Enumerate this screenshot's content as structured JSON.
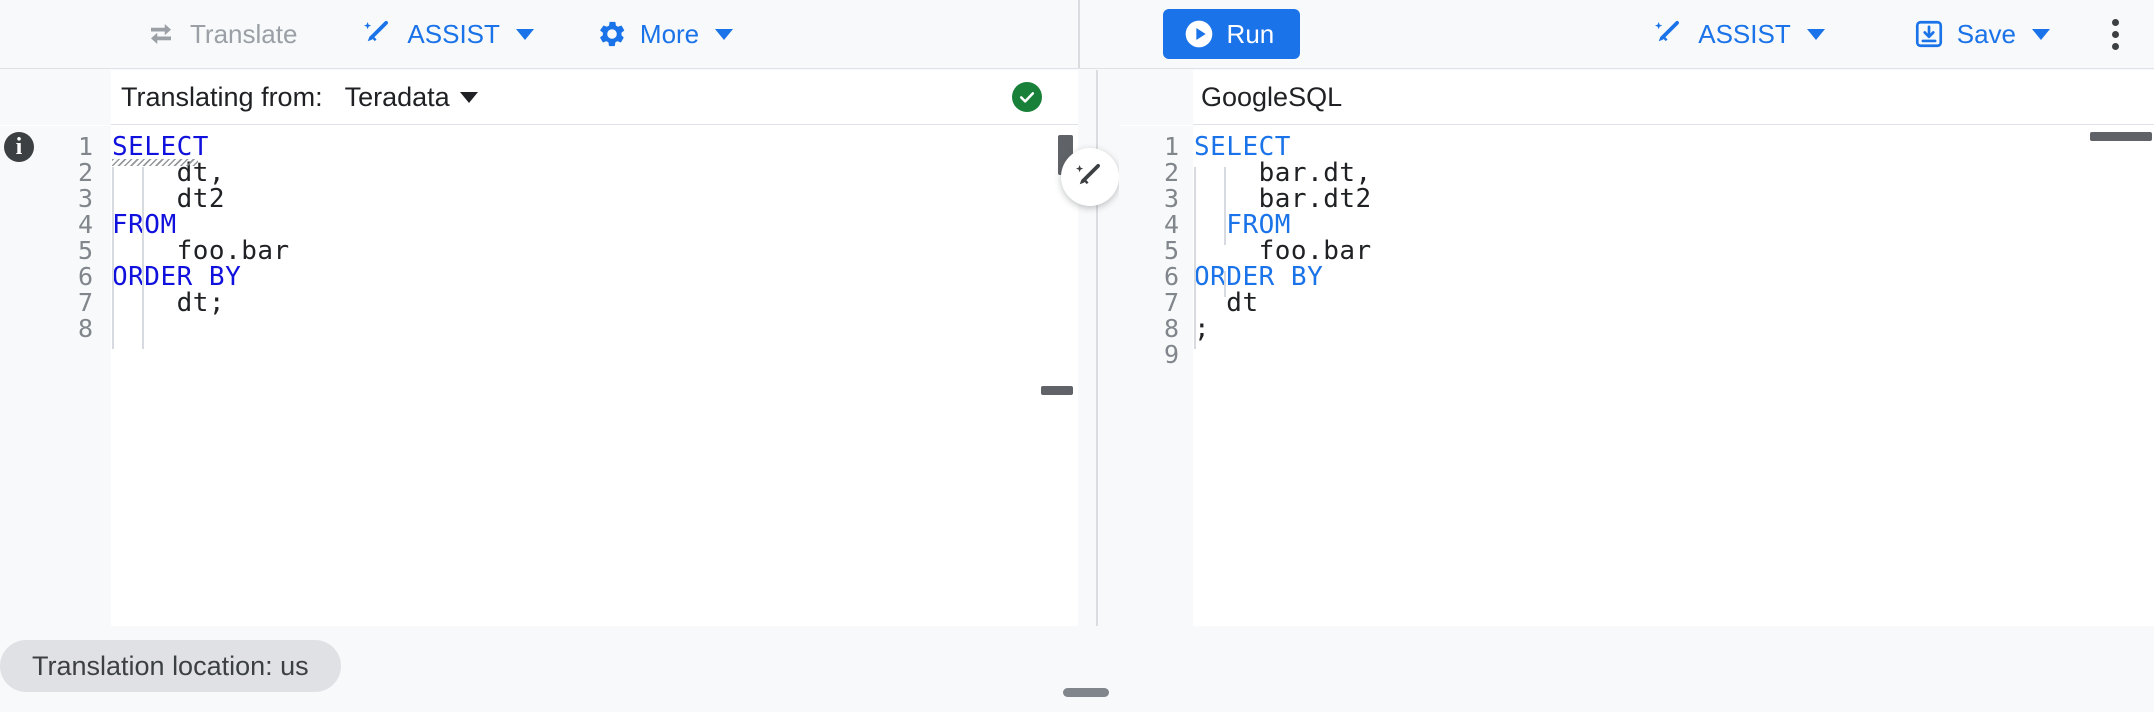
{
  "toolbar": {
    "left_buttons": [
      {
        "label": "Translate",
        "icon": "translate-swap-icon",
        "disabled": true,
        "caret": false
      },
      {
        "label": "ASSIST",
        "icon": "assist-wand-icon",
        "disabled": false,
        "caret": true
      },
      {
        "label": "More",
        "icon": "gear-icon",
        "disabled": false,
        "caret": true
      }
    ],
    "run_label": "Run",
    "run_icon": "play-circle-icon",
    "right_buttons": [
      {
        "label": "ASSIST",
        "icon": "assist-wand-icon",
        "caret": true
      },
      {
        "label": "Save",
        "icon": "save-download-icon",
        "caret": true
      }
    ],
    "overflow_icon": "kebab-menu-icon"
  },
  "colors": {
    "accent": "#1a73e8",
    "disabled": "#9aa0a6",
    "success": "#188038",
    "keyword_left": "#1111dd",
    "keyword_right": "#1a73e8",
    "text": "#202124",
    "gutter_bg": "#f8f9fa",
    "pill_bg": "#dfe1e5"
  },
  "left_pane": {
    "header_label": "Translating from:",
    "dialect": "Teradata",
    "status_icon": "check-circle-icon",
    "info_icon": "info-icon",
    "line_numbers": [
      "1",
      "2",
      "3",
      "4",
      "5",
      "6",
      "7",
      "8"
    ],
    "lines": [
      {
        "indent": 0,
        "keyword": "SELECT",
        "rest": "",
        "squiggle": true
      },
      {
        "indent": 2,
        "keyword": "",
        "rest": "dt,",
        "squiggle": false
      },
      {
        "indent": 2,
        "keyword": "",
        "rest": "dt2",
        "squiggle": false
      },
      {
        "indent": 0,
        "keyword": "FROM",
        "rest": "",
        "squiggle": false
      },
      {
        "indent": 2,
        "keyword": "",
        "rest": "foo.bar",
        "squiggle": false
      },
      {
        "indent": 0,
        "keyword": "ORDER BY",
        "rest": "",
        "squiggle": false
      },
      {
        "indent": 2,
        "keyword": "",
        "rest": "dt;",
        "squiggle": false
      },
      {
        "indent": 0,
        "keyword": "",
        "rest": "",
        "squiggle": false
      }
    ]
  },
  "right_pane": {
    "header_label": "GoogleSQL",
    "line_numbers": [
      "1",
      "2",
      "3",
      "4",
      "5",
      "6",
      "7",
      "8",
      "9"
    ],
    "lines": [
      {
        "indent": 0,
        "keyword": "SELECT",
        "rest": ""
      },
      {
        "indent": 2,
        "keyword": "",
        "rest": "bar.dt,"
      },
      {
        "indent": 2,
        "keyword": "",
        "rest": "bar.dt2"
      },
      {
        "indent": 1,
        "keyword": "FROM",
        "rest": ""
      },
      {
        "indent": 2,
        "keyword": "",
        "rest": "foo.bar"
      },
      {
        "indent": 0,
        "keyword": "ORDER BY",
        "rest": ""
      },
      {
        "indent": 1,
        "keyword": "",
        "rest": "dt"
      },
      {
        "indent": 0,
        "keyword": "",
        "rest": ";"
      },
      {
        "indent": 0,
        "keyword": "",
        "rest": ""
      }
    ]
  },
  "splitter": {
    "fab_icon": "assist-wand-icon",
    "grab_handle_icon": "drag-handle-icon"
  },
  "status_bar": {
    "location_chip": "Translation location: us"
  }
}
